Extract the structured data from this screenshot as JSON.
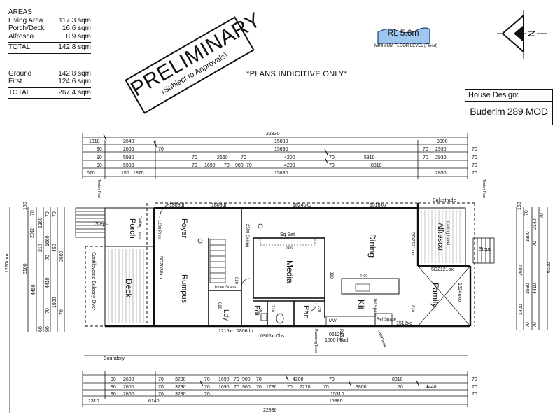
{
  "areas": {
    "heading": "AREAS",
    "items": [
      {
        "label": "Living Area",
        "value": "117.3 sqm"
      },
      {
        "label": "Porch/Deck",
        "value": "16.6 sqm"
      },
      {
        "label": "Alfresco",
        "value": "8.9 sqm"
      }
    ],
    "total1": {
      "label": "TOTAL",
      "value": "142.8 sqm"
    },
    "floors": [
      {
        "label": "Ground",
        "value": "142.8 sqm"
      },
      {
        "label": "First",
        "value": "124.6 sqm"
      }
    ],
    "total2": {
      "label": "TOTAL",
      "value": "267.4 sqm"
    }
  },
  "stamp": {
    "title": "PRELIMINARY",
    "subtitle": "(Subject to Approvals)"
  },
  "plans_note": "*PLANS INDICITIVE ONLY*",
  "flood_level": {
    "value": "RL 5.6m",
    "caption": "MINIMUM FLOOR LEVEL (Flood)"
  },
  "house_design": {
    "label": "House Design:",
    "name": "Buderim 289 MOD"
  },
  "north_label": "N",
  "top_dims": {
    "overall": "22830",
    "row1": [
      "1310",
      "2640",
      "15830",
      "3000"
    ],
    "row2": [
      "90",
      "2600",
      "70",
      "15690",
      "70",
      "2930",
      "70"
    ],
    "row3": [
      "90",
      "5980",
      "70",
      "2660",
      "70",
      "4200",
      "70",
      "5310",
      "70",
      "2930",
      "70"
    ],
    "row4": [
      "90",
      "5980",
      "70",
      "1690",
      "70",
      "900",
      "70",
      "4200",
      "70",
      "8310",
      "70"
    ],
    "row5": [
      "670",
      "150",
      "1870",
      "15830",
      "2850",
      "70"
    ]
  },
  "bottom_dims": {
    "overall": "22830",
    "row1": [
      "90",
      "2600",
      "70",
      "3290",
      "70",
      "1690",
      "70",
      "900",
      "70",
      "4200",
      "70",
      "8310",
      "70"
    ],
    "row2": [
      "90",
      "2600",
      "70",
      "3290",
      "70",
      "1690",
      "70",
      "900",
      "70",
      "1780",
      "70",
      "2210",
      "70",
      "3800",
      "70",
      "4440",
      "70"
    ],
    "row3": [
      "90",
      "2600",
      "70",
      "3290",
      "70",
      "15310",
      "70"
    ],
    "row4": [
      "1310",
      "6140",
      "15380"
    ]
  },
  "left_dims": [
    "150",
    "70",
    "1360",
    "70",
    "1660",
    "70",
    "2010",
    "450",
    "210",
    "70",
    "3600",
    "4410",
    "6100",
    "4450",
    "1900",
    "70",
    "70",
    "60",
    "90",
    "1220mm"
  ],
  "right_dims": [
    "150",
    "70",
    "2140",
    "70",
    "3900",
    "70",
    "3600",
    "3590",
    "4410",
    "6100",
    "1400",
    "70",
    "70"
  ],
  "rooms": {
    "porch": "Porch",
    "ceiling_porch": "Ceiling Level",
    "deck": "Deck",
    "balcony_over": "Cantilevered Balcony Over",
    "foyer": "Foyer",
    "rumpus": "Rumpus",
    "media": "Media",
    "dining": "Dining",
    "kit": "Kit",
    "pan": "Pan",
    "pdr": "Pdr",
    "ldy": "Ldy",
    "alfresco": "Alfresco",
    "family": "Family",
    "ceiling_alfresco": "Ceiling Level",
    "balustrade": "Balustrade",
    "steps": "Steps",
    "steps_right": "Steps",
    "sq_set": "Sq Set",
    "ceiling_2590": "2590 Ceiling",
    "under_stairs": "Under Stairs",
    "dw_space": "DW Space",
    "ref_space": "Ref Space",
    "mw": "MW",
    "range": "Range",
    "overhead": "Overhead",
    "plumbing_ts": "Plumbing Trade",
    "boundary": "Boundary",
    "timber_post_l": "Timber Post",
    "timber_post_r": "Timber Post"
  },
  "openings": {
    "w1": "1809dh",
    "w2": "1809dh",
    "w3": "1824oxo",
    "w4": "1518xo",
    "w5": "5D2121xo",
    "w6": "5D2121ox",
    "w7": "1524oxo",
    "w8": "5D2030xo",
    "w9": "1215xo",
    "w10": "1806dh",
    "w11": "0906xo0bs",
    "w12": "0612fg",
    "w13": "1500 head",
    "w14": "1512xo",
    "w15": "2100",
    "w16": "2400",
    "w17": "1200 Pivot",
    "w18": "820",
    "w19": "720",
    "w20": "720",
    "w21": "620",
    "w22": "820",
    "w23": "820",
    "w24": "720"
  }
}
